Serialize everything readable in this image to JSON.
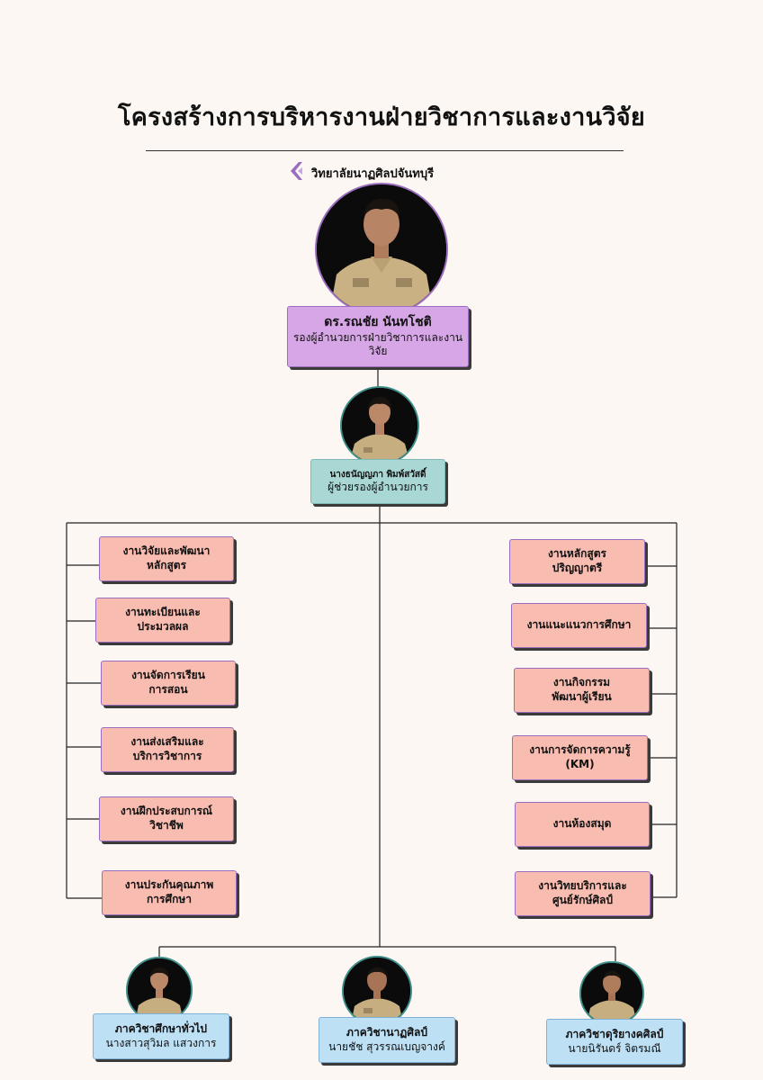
{
  "page_title": "โครงสร้างการบริหารงานฝ่ายวิชาการและงานวิจัย",
  "college": {
    "name": "วิทยาลัยนาฏศิลปจันทบุรี",
    "logo_icon": "college-logo-icon"
  },
  "head": {
    "name": "ดร.รณชัย นันทโชติ",
    "position": "รองผู้อำนวยการฝ่ายวิชาการและงานวิจัย",
    "box_color": "#d6a6e6"
  },
  "assistant": {
    "name": "นางธนัญญภา พิมพ์สวัสดิ์",
    "position": "ผู้ช่วยรองผู้อำนวยการ",
    "box_color": "#a9d7d4"
  },
  "left_units": [
    {
      "line1": "งานวิจัยและพัฒนา",
      "line2": "หลักสูตร"
    },
    {
      "line1": "งานทะเบียนและ",
      "line2": "ประมวลผล"
    },
    {
      "line1": "งานจัดการเรียน",
      "line2": "การสอน"
    },
    {
      "line1": "งานส่งเสริมและ",
      "line2": "บริการวิชาการ"
    },
    {
      "line1": "งานฝึกประสบการณ์",
      "line2": "วิชาชีพ"
    },
    {
      "line1": "งานประกันคุณภาพ",
      "line2": "การศึกษา"
    }
  ],
  "right_units": [
    {
      "line1": "งานหลักสูตร",
      "line2": "ปริญญาตรี"
    },
    {
      "line1": "งานแนะแนวการศึกษา",
      "line2": ""
    },
    {
      "line1": "งานกิจกรรม",
      "line2": "พัฒนาผู้เรียน"
    },
    {
      "line1": "งานการจัดการความรู้",
      "line2": "(KM)"
    },
    {
      "line1": "งานห้องสมุด",
      "line2": ""
    },
    {
      "line1": "งานวิทยบริการและ",
      "line2": "ศูนย์รักษ์ศิลป์"
    }
  ],
  "departments": [
    {
      "name": "ภาควิชาศึกษาทั่วไป",
      "person": "นางสาวสุวิมล แสวงการ"
    },
    {
      "name": "ภาควิชานาฏศิลป์",
      "person": "นายชัช สุวรรณเบญจางค์"
    },
    {
      "name": "ภาควิชาดุริยางคศิลป์",
      "person": "นายนิรันดร์ จิตรมณี"
    }
  ],
  "colors": {
    "background": "#fcf7f2",
    "unit_box": "#f9bcb0",
    "unit_border": "#9b6dbf",
    "department_box": "#bde0f5",
    "logo": "#9b6dbf"
  }
}
